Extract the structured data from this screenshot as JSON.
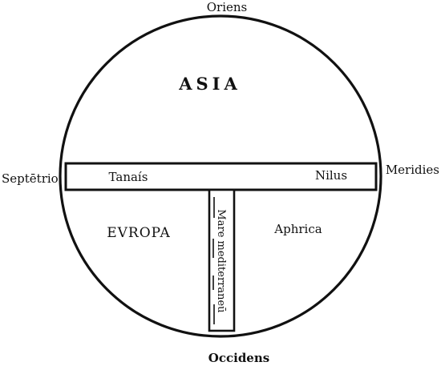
{
  "directions": {
    "east": "Oriens",
    "north": "Septētrio",
    "south": "Meridies",
    "west": "Occidens"
  },
  "continents": {
    "asia": "ASIA",
    "europe": "EVROPA",
    "africa": "Aphrica"
  },
  "waters": {
    "tanais": "Tanaís",
    "nile": "Nilus",
    "mediterranean": "Mare mediterraneū"
  },
  "colors": {
    "ink": "#111111",
    "paper": "#ffffff"
  }
}
